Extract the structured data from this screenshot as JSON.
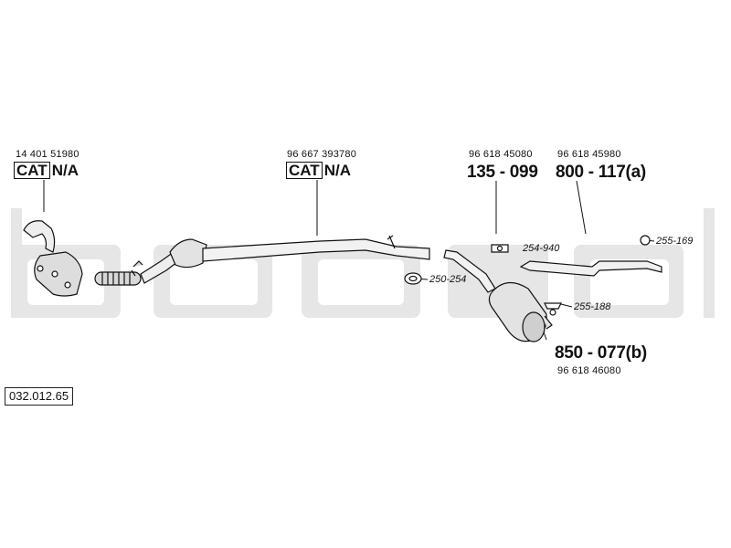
{
  "watermark": {
    "text": "bosal",
    "color": "#e4e4e4"
  },
  "diagram_code": "032.012.65",
  "parts": [
    {
      "oe_number": "14 401 51980",
      "cat_label": "CAT",
      "status": "N/A"
    },
    {
      "oe_number": "96 667 393780",
      "cat_label": "CAT",
      "status": "N/A"
    },
    {
      "oe_number": "96 618 45080",
      "part_number": "135 - 099"
    },
    {
      "oe_number": "96 618 45980",
      "part_number": "800 - 117(a)"
    },
    {
      "oe_number": "96 618 46080",
      "part_number": "850 - 077(b)"
    }
  ],
  "fittings": [
    "250-254",
    "254-940",
    "255-188",
    "255-169"
  ]
}
